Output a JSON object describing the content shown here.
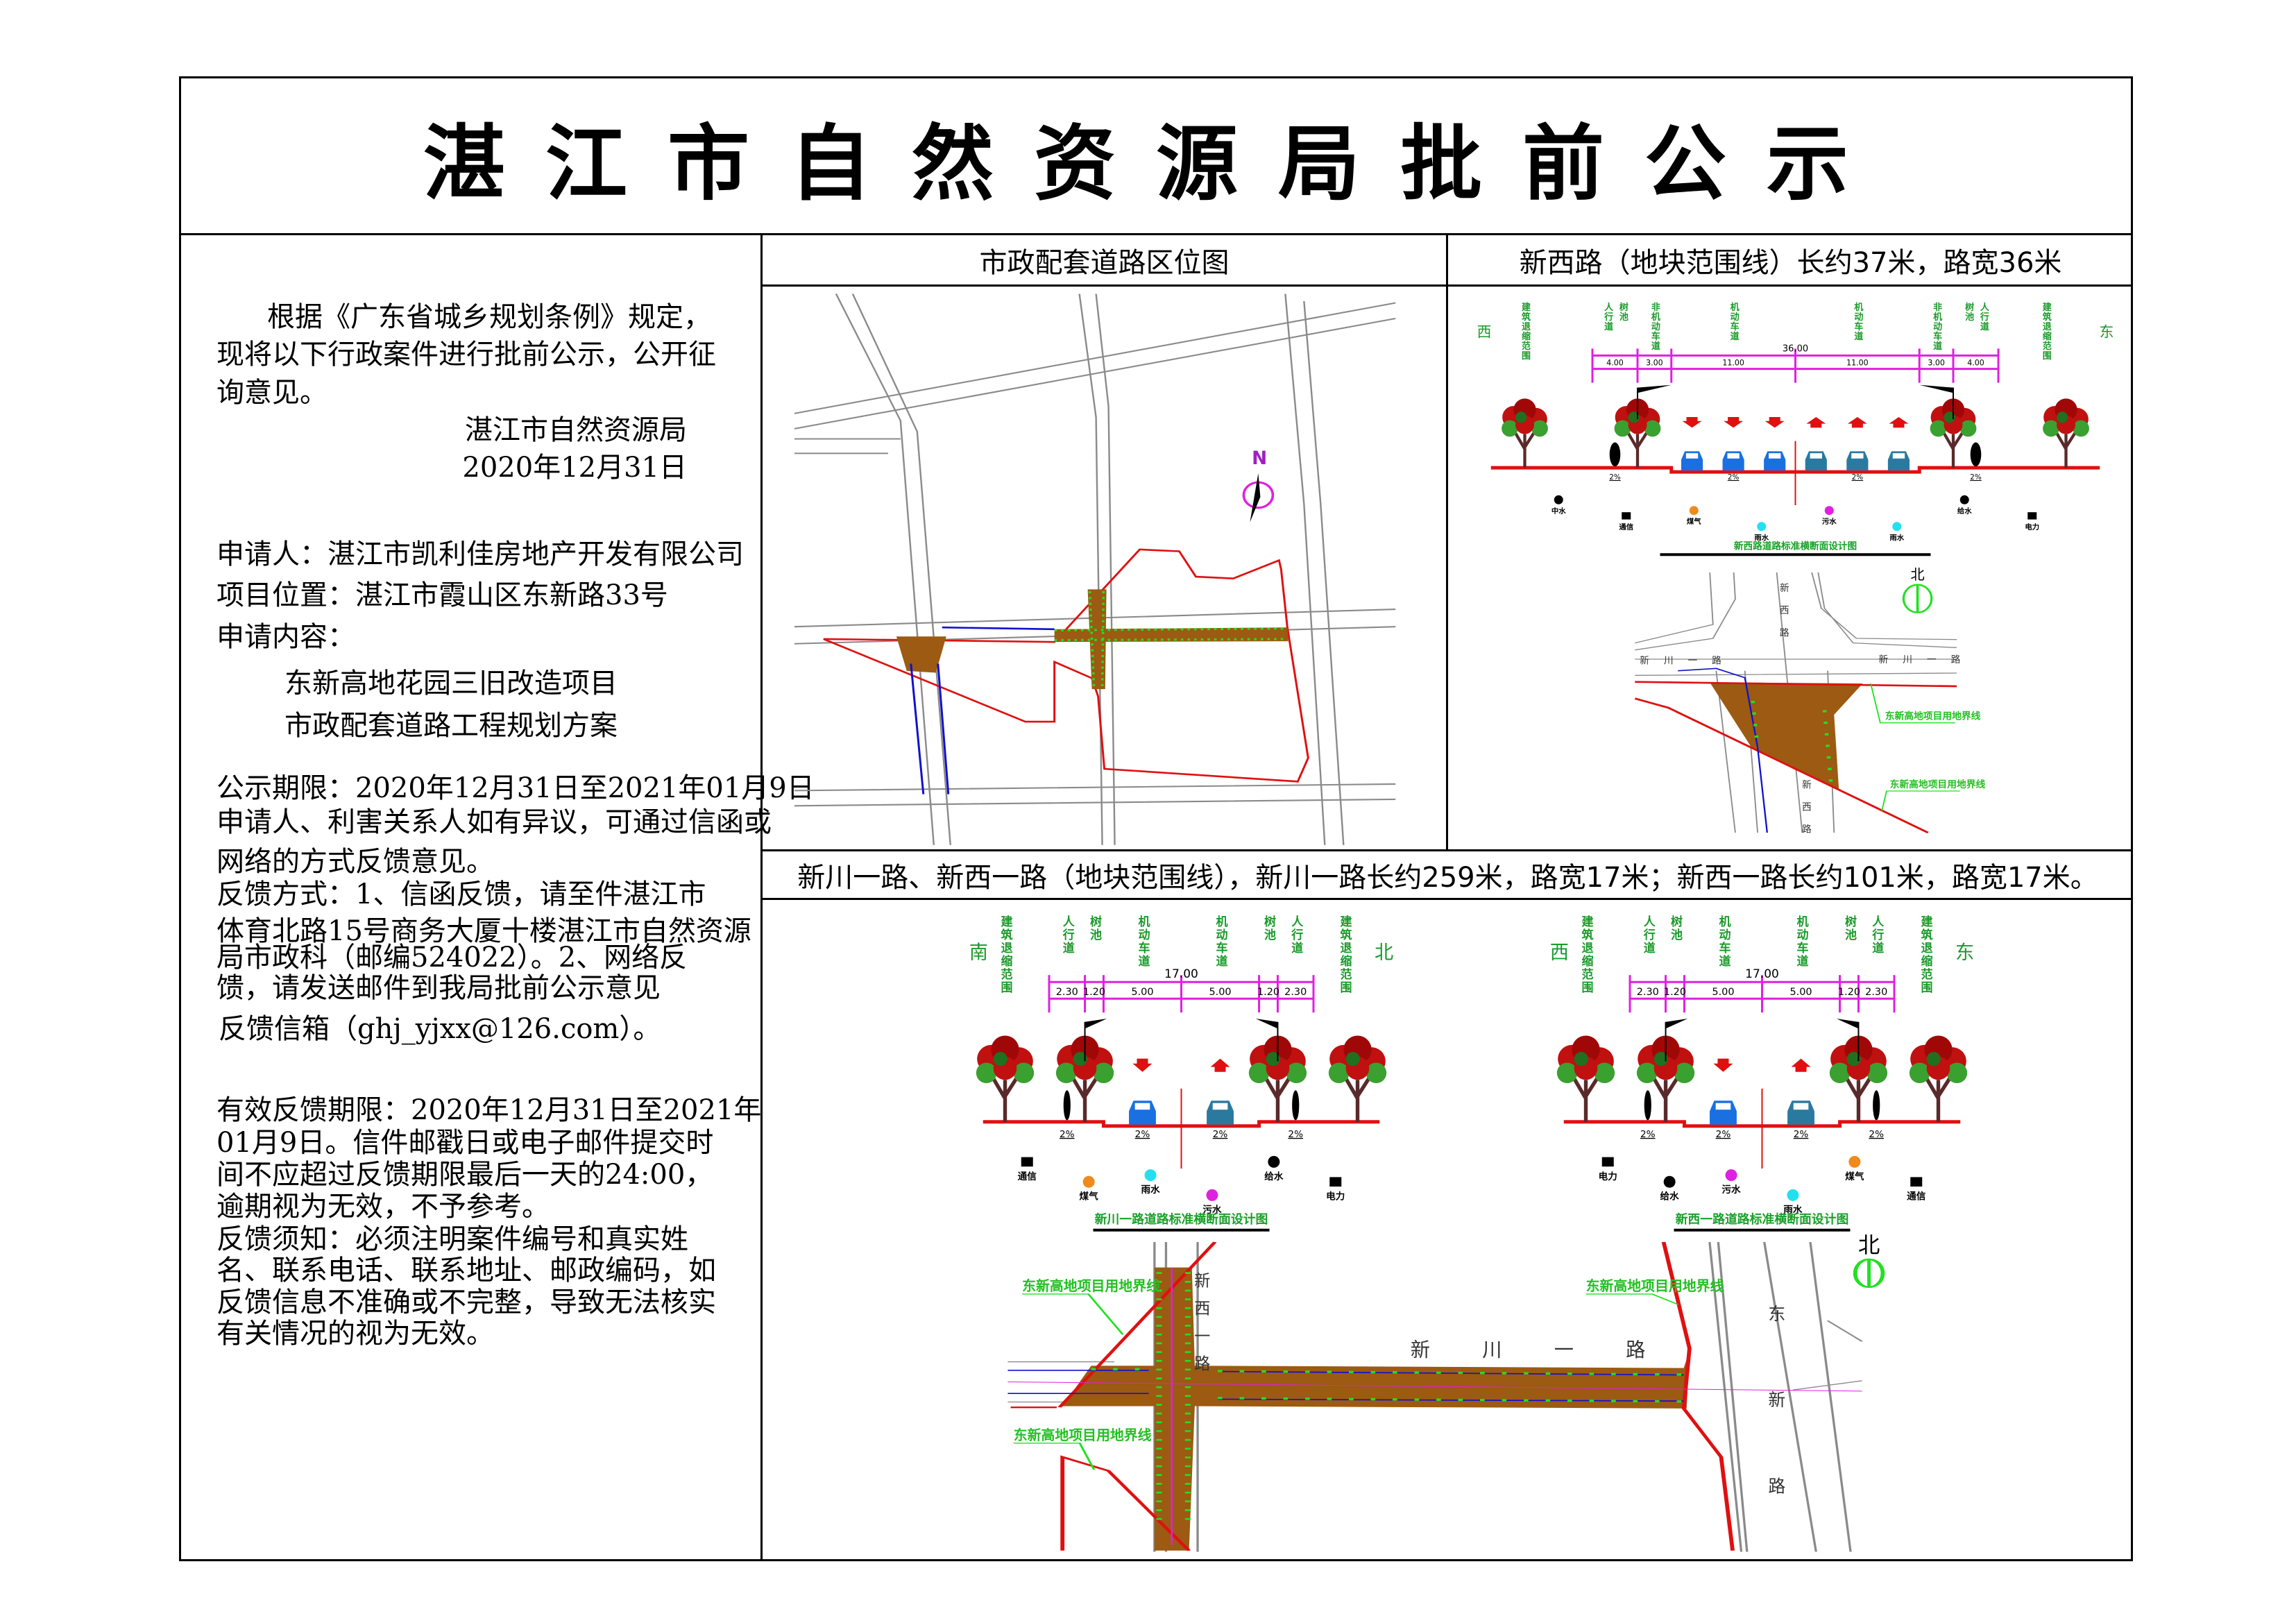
{
  "title": "湛江市自然资源局批前公示",
  "notice": {
    "intro": [
      "根据《广东省城乡规划条例》规定，",
      "现将以下行政案件进行批前公示，公开征",
      "询意见。"
    ],
    "agency": "湛江市自然资源局",
    "date": "2020年12月31日",
    "applicant": "申请人：湛江市凯利佳房地产开发有限公司",
    "location": "项目位置：湛江市霞山区东新路33号",
    "content_label": "申请内容：",
    "content": [
      "东新高地花园三旧改造项目",
      "市政配套道路工程规划方案"
    ],
    "period": [
      "公示期限：2020年12月31日至2021年01月9日",
      "申请人、利害关系人如有异议，可通过信函或",
      "网络的方式反馈意见。"
    ],
    "feedback_method": [
      "反馈方式：1、信函反馈，请至件湛江市",
      "体育北路15号商务大厦十楼湛江市自然资源",
      "局市政科（邮编524022）。2、网络反",
      "馈，请发送邮件到我局批前公示意见",
      "反馈信箱（ghj_yjxx@126.com）。"
    ],
    "valid_period": [
      "有效反馈期限：2020年12月31日至2021年",
      "01月9日。信件邮戳日或电子邮件提交时",
      "间不应超过反馈期限最后一天的24:00，",
      "逾期视为无效，不予参考。"
    ],
    "requirements": [
      "反馈须知：必须注明案件编号和真实姓",
      "名、联系电话、联系地址、邮政编码，如",
      "反馈信息不准确或不完整，导致无法核实",
      "有关情况的视为无效。"
    ]
  },
  "panels": {
    "location_map": {
      "header": "市政配套道路区位图",
      "north": "N"
    },
    "xinxi_road": {
      "header": "新西路（地块范围线）长约37米，路宽36米"
    },
    "bottom": {
      "header": "新川一路、新西一路（地块范围线），新川一路长约259米，路宽17米；新西一路长约101米，路宽17米。"
    }
  },
  "sections": [
    {
      "title": "新西路道路标准横断面设计图",
      "dir_left": "西",
      "dir_right": "东",
      "total": "36.00",
      "dims": [
        4,
        3,
        11,
        11,
        3,
        4
      ],
      "dim_labels": [
        "4.00",
        "3.00",
        "11.00",
        "11.00",
        "3.00",
        "4.00"
      ],
      "setback_label": "建筑退缩范围",
      "labels": [
        {
          "text": "人行道",
          "seg": 0
        },
        {
          "text": "树池",
          "seg": 0
        },
        {
          "text": "非机动车道",
          "seg": 1
        },
        {
          "text": "机动车道",
          "seg": 2
        },
        {
          "text": "机动车道",
          "seg": 3
        },
        {
          "text": "非机动车道",
          "seg": 4
        },
        {
          "text": "树池",
          "seg": 5
        },
        {
          "text": "人行道",
          "seg": 5
        }
      ],
      "cars_each_side": 3,
      "slope": "2%",
      "utilities": [
        {
          "label": "中水",
          "shape": "circle",
          "color": "#000000"
        },
        {
          "label": "通信",
          "shape": "square",
          "color": "#000000"
        },
        {
          "label": "煤气",
          "shape": "circle",
          "color": "#f08a1c"
        },
        {
          "label": "雨水",
          "shape": "circle",
          "color": "#22e0f0"
        },
        {
          "label": "污水",
          "shape": "circle",
          "color": "#e020e0"
        },
        {
          "label": "雨水",
          "shape": "circle",
          "color": "#22e0f0"
        },
        {
          "label": "给水",
          "shape": "circle",
          "color": "#000000"
        },
        {
          "label": "电力",
          "shape": "square",
          "color": "#000000"
        }
      ]
    },
    {
      "title": "新川一路道路标准横断面设计图",
      "dir_left": "南",
      "dir_right": "北",
      "total": "17.00",
      "dims": [
        2.3,
        1.2,
        5,
        5,
        1.2,
        2.3
      ],
      "dim_labels": [
        "2.30",
        "1.20",
        "5.00",
        "5.00",
        "1.20",
        "2.30"
      ],
      "setback_label": "建筑退缩范围",
      "labels": [
        {
          "text": "人行道",
          "seg": 0
        },
        {
          "text": "树池",
          "seg": 1
        },
        {
          "text": "机动车道",
          "seg": 2
        },
        {
          "text": "机动车道",
          "seg": 3
        },
        {
          "text": "树池",
          "seg": 4
        },
        {
          "text": "人行道",
          "seg": 5
        }
      ],
      "cars_each_side": 1,
      "slope": "2%",
      "utilities": [
        {
          "label": "通信",
          "shape": "square",
          "color": "#000000"
        },
        {
          "label": "煤气",
          "shape": "circle",
          "color": "#f08a1c"
        },
        {
          "label": "雨水",
          "shape": "circle",
          "color": "#22e0f0"
        },
        {
          "label": "污水",
          "shape": "circle",
          "color": "#e020e0"
        },
        {
          "label": "给水",
          "shape": "circle",
          "color": "#000000"
        },
        {
          "label": "电力",
          "shape": "square",
          "color": "#000000"
        }
      ]
    },
    {
      "title": "新西一路道路标准横断面设计图",
      "dir_left": "西",
      "dir_right": "东",
      "total": "17.00",
      "dims": [
        2.3,
        1.2,
        5,
        5,
        1.2,
        2.3
      ],
      "dim_labels": [
        "2.30",
        "1.20",
        "5.00",
        "5.00",
        "1.20",
        "2.30"
      ],
      "setback_label": "建筑退缩范围",
      "labels": [
        {
          "text": "人行道",
          "seg": 0
        },
        {
          "text": "树池",
          "seg": 1
        },
        {
          "text": "机动车道",
          "seg": 2
        },
        {
          "text": "机动车道",
          "seg": 3
        },
        {
          "text": "树池",
          "seg": 4
        },
        {
          "text": "人行道",
          "seg": 5
        }
      ],
      "cars_each_side": 1,
      "slope": "2%",
      "utilities": [
        {
          "label": "电力",
          "shape": "square",
          "color": "#000000"
        },
        {
          "label": "给水",
          "shape": "circle",
          "color": "#000000"
        },
        {
          "label": "污水",
          "shape": "circle",
          "color": "#e020e0"
        },
        {
          "label": "雨水",
          "shape": "circle",
          "color": "#22e0f0"
        },
        {
          "label": "煤气",
          "shape": "circle",
          "color": "#f08a1c"
        },
        {
          "label": "通信",
          "shape": "square",
          "color": "#000000"
        }
      ]
    }
  ],
  "plans": {
    "north": "北",
    "boundary_label": "东新高地项目用地界线",
    "xinchuan": "新 川 一 路",
    "xinxi": "新西路",
    "xinxi1": "新西一路",
    "dongxin": "东新路"
  },
  "colors": {
    "road_fill": "#9c5a12",
    "boundary": "#e01010",
    "dims": "#e020e0",
    "label_green": "#1a9a2a",
    "callout_green": "#22e022",
    "road_line": "#8a8a8a",
    "pipe_blue": "#1010d0"
  }
}
